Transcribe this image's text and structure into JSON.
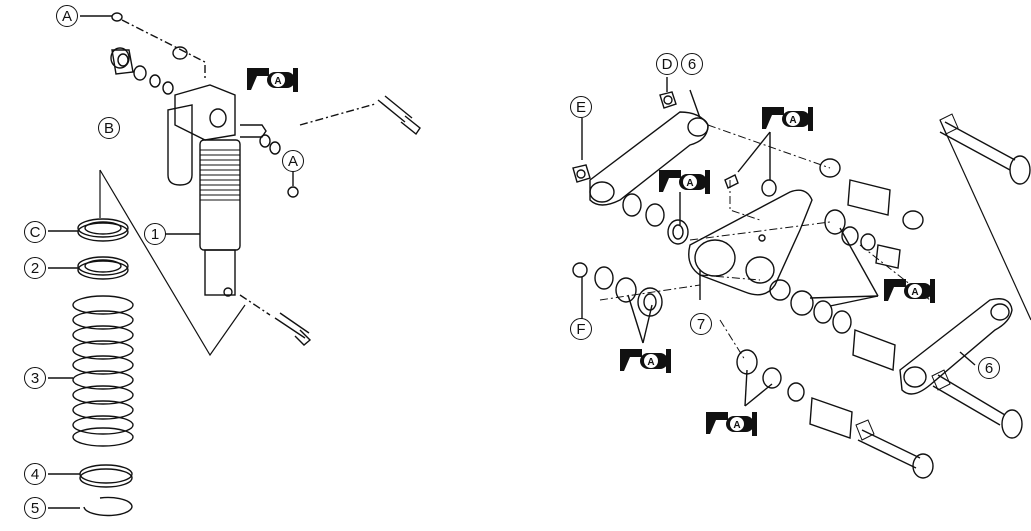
{
  "callouts": {
    "A1": "A",
    "A2": "A",
    "B": "B",
    "C": "C",
    "D": "D",
    "E": "E",
    "F": "F",
    "n1": "1",
    "n2": "2",
    "n3": "3",
    "n4": "4",
    "n5": "5",
    "n6a": "6",
    "n6b": "6",
    "n7": "7"
  },
  "grease_symbol_letter": "A",
  "colors": {
    "line": "#111111",
    "background": "#ffffff"
  }
}
